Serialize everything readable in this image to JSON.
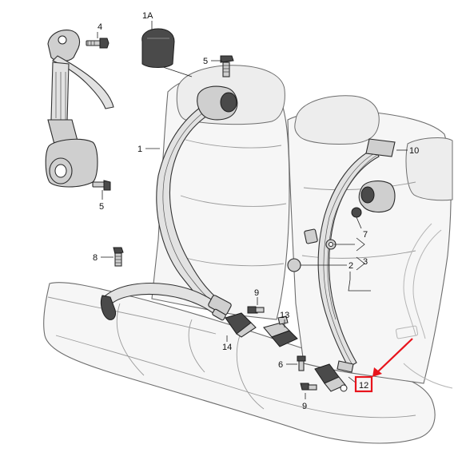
{
  "colors": {
    "highlight": "#e8141c",
    "line": "#222222",
    "seat_fill": "#f6f6f6"
  },
  "callouts": {
    "c1": "1",
    "c1A": "1A",
    "c2": "2",
    "c3": "3",
    "c4": "4",
    "c5a": "5",
    "c5b": "5",
    "c6": "6",
    "c7": "7",
    "c8": "8",
    "c9a": "9",
    "c9b": "9",
    "c10": "10",
    "c12": "12",
    "c13": "13",
    "c14": "14"
  }
}
